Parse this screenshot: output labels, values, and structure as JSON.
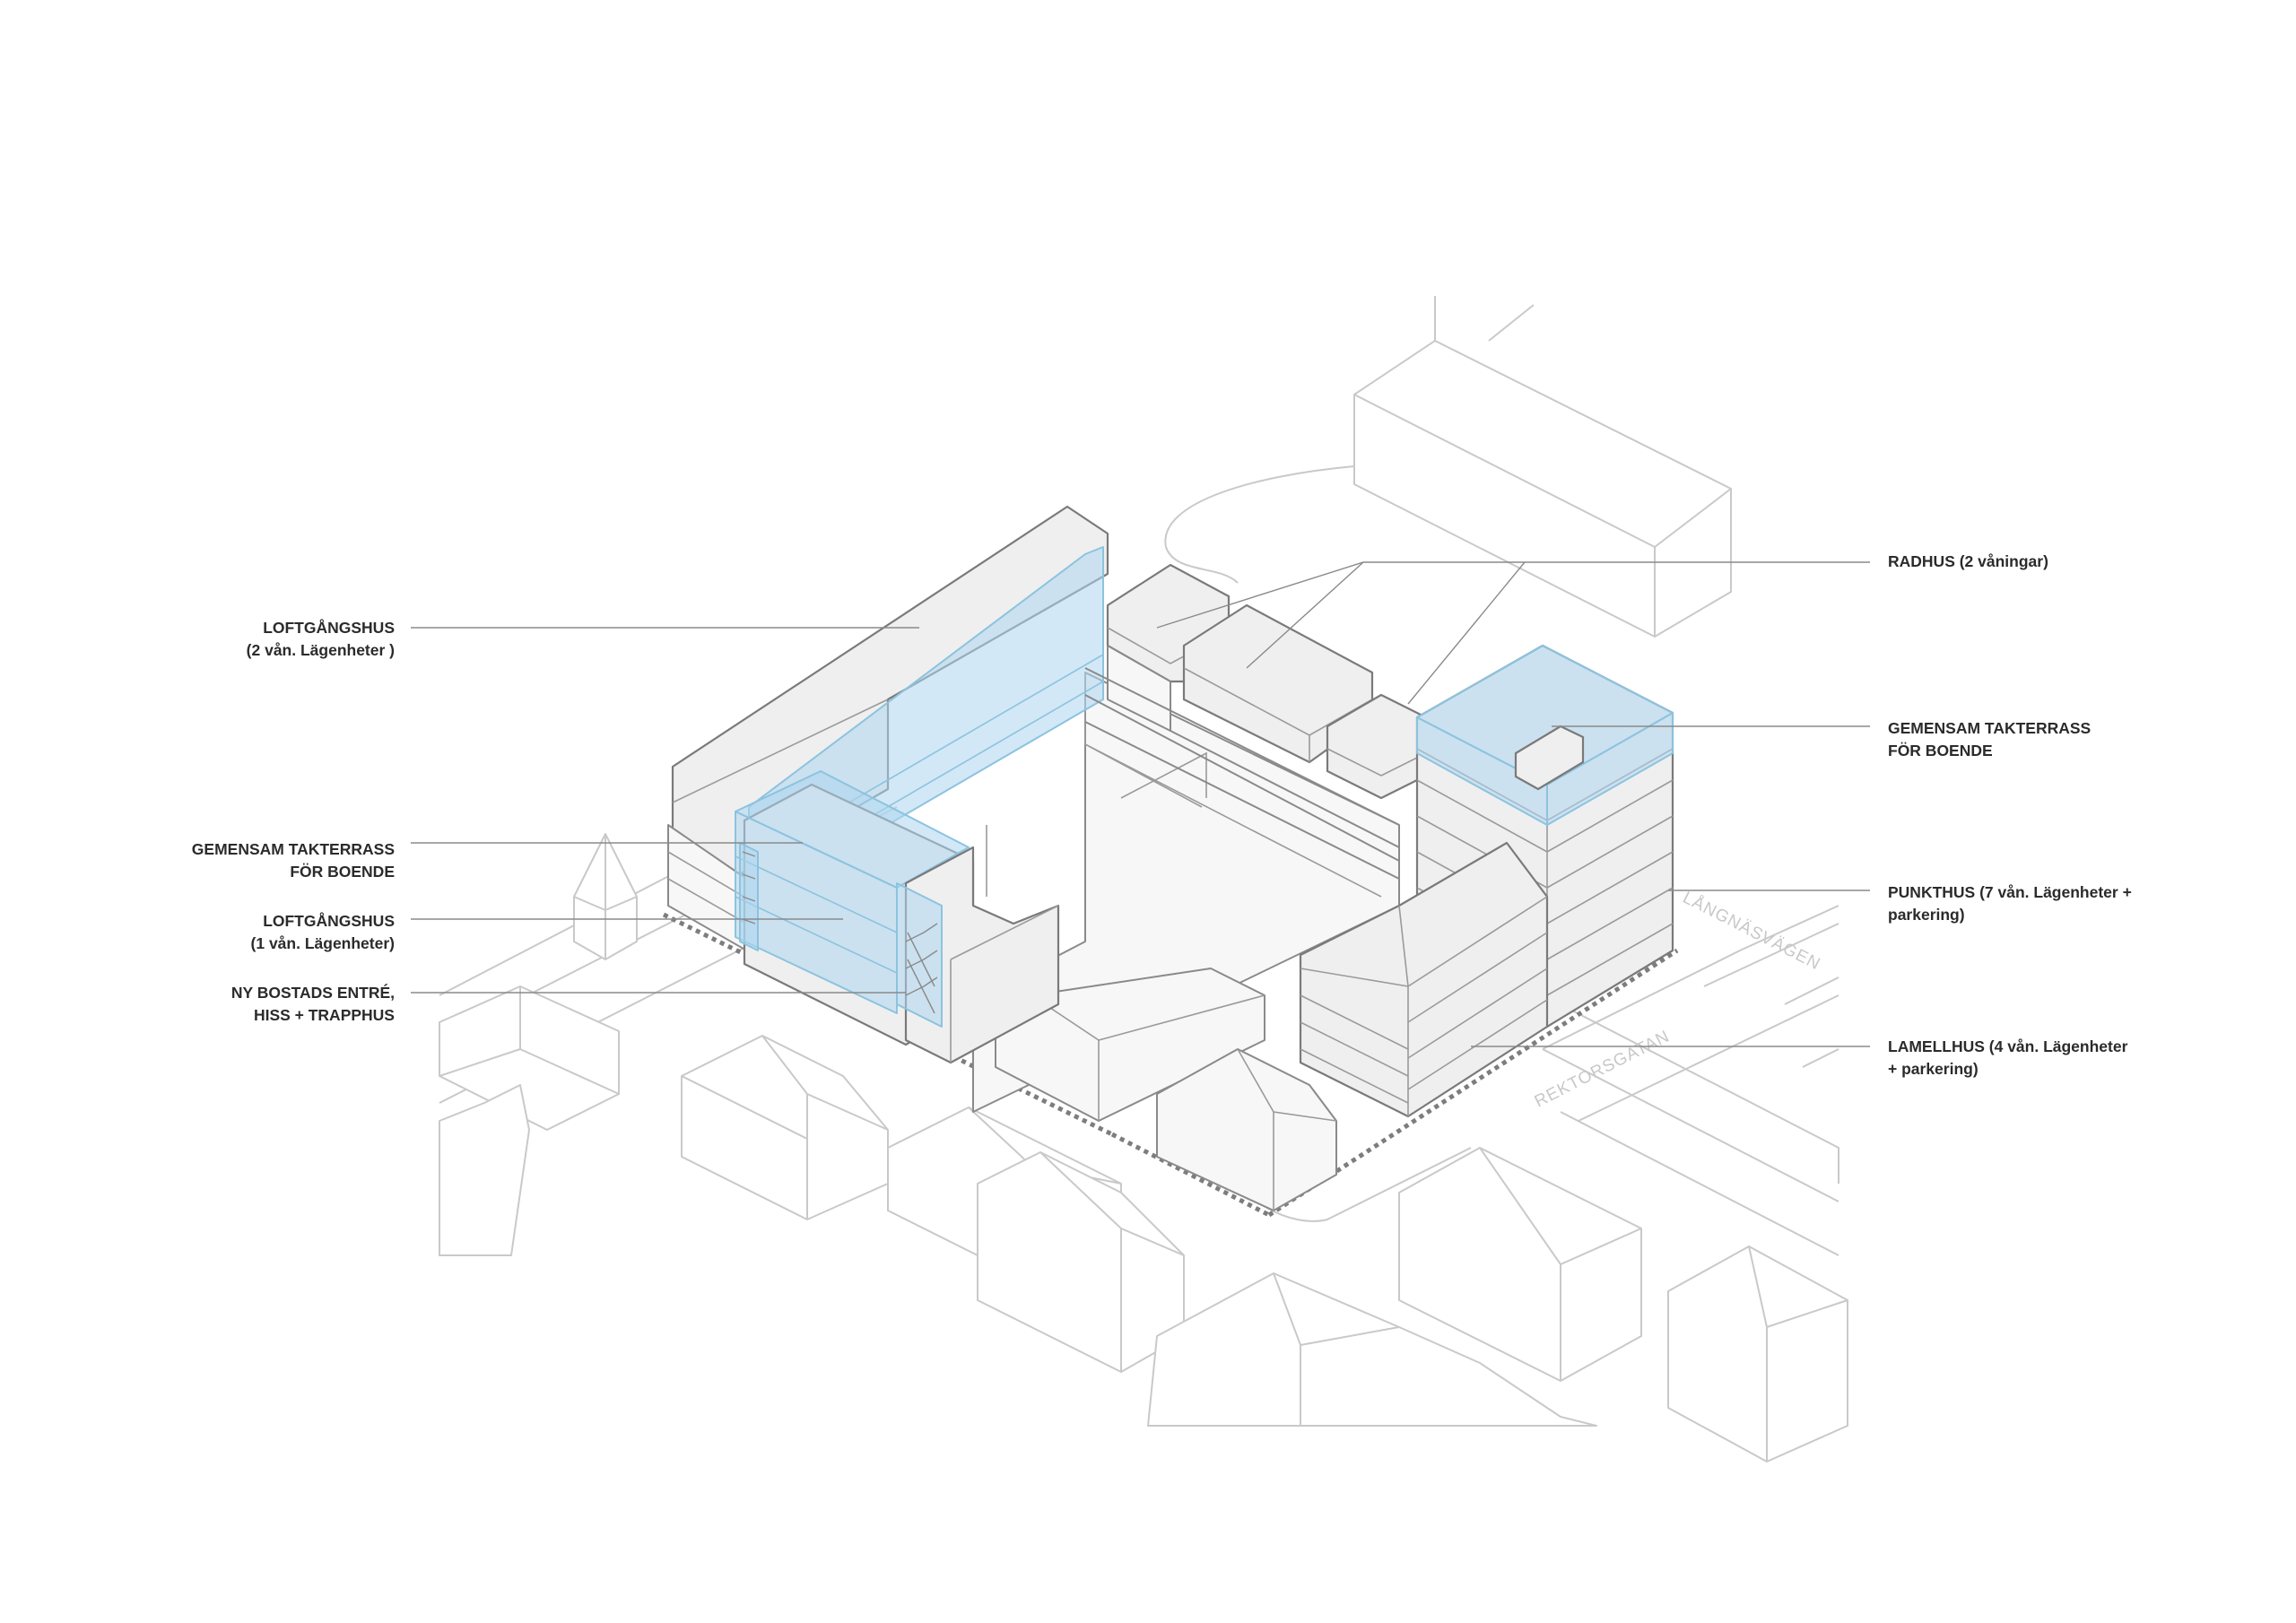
{
  "labels": {
    "loftgangshus_2": {
      "line1": "LOFTGÅNGSHUS",
      "line2": "(2 vån. Lägenheter )"
    },
    "takterrass_left": {
      "line1": "GEMENSAM TAKTERRASS",
      "line2": "FÖR BOENDE"
    },
    "loftgangshus_1": {
      "line1": "LOFTGÅNGSHUS",
      "line2": "(1 vån. Lägenheter)"
    },
    "entre": {
      "line1": "NY BOSTADS ENTRÉ,",
      "line2": "HISS + TRAPPHUS"
    },
    "radhus": {
      "line1": "RADHUS (2 våningar)"
    },
    "takterrass_right": {
      "line1": "GEMENSAM TAKTERRASS",
      "line2": "FÖR BOENDE"
    },
    "punkthus": {
      "line1": "PUNKTHUS (7 vån. Lägenheter +",
      "line2": "parkering)"
    },
    "lamellhus": {
      "line1": "LAMELLHUS (4 vån. Lägenheter",
      "line2": "+ parkering)"
    }
  },
  "streets": {
    "langnasvagen": "LÅNGNÄSVÄGEN",
    "rektorsgatan": "REKTORSGATAN"
  },
  "colors": {
    "highlight_blue": "#add6ee",
    "building_fill": "#efefef",
    "context_line": "#c9c9c9",
    "label_text": "#2b2b2b"
  }
}
